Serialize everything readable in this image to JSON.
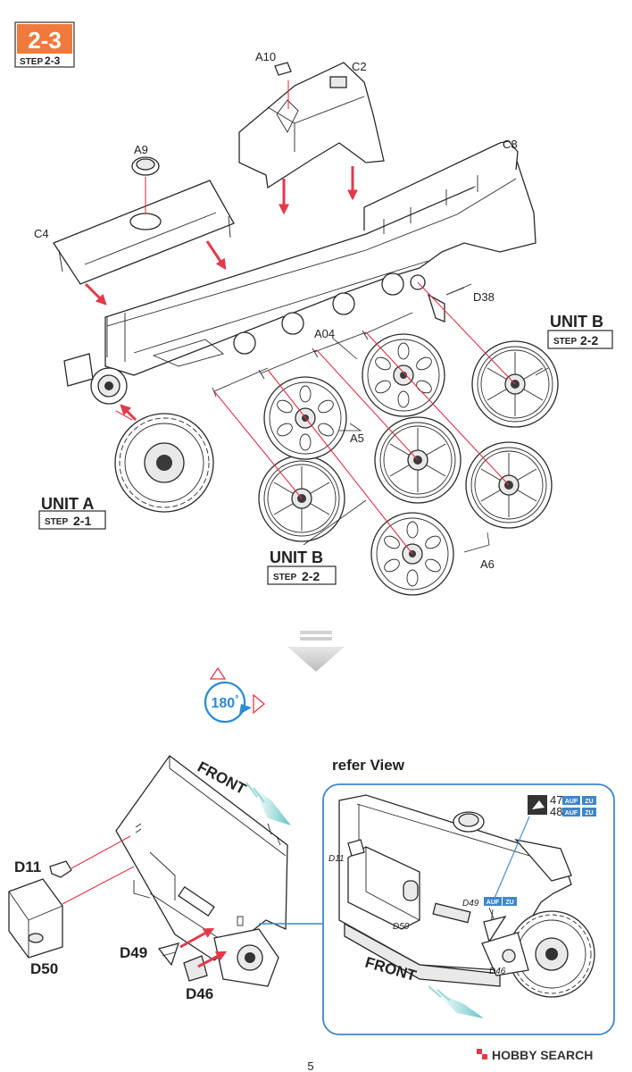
{
  "step": {
    "number": "2-3",
    "sub_label": "STEP",
    "sub_number": "2-3",
    "badge_color": "#f07a3b"
  },
  "upper_assembly": {
    "labels": {
      "a10": "A10",
      "c2": "C2",
      "c8": "C8",
      "a9": "A9",
      "c4": "C4",
      "d38": "D38",
      "a04": "A04",
      "a5": "A5",
      "a6": "A6"
    },
    "units": [
      {
        "title": "UNIT B",
        "step_word": "STEP",
        "step_number": "2-2"
      },
      {
        "title": "UNIT A",
        "step_word": "STEP",
        "step_number": "2-1"
      },
      {
        "title": "UNIT B",
        "step_word": "STEP",
        "step_number": "2-2"
      }
    ]
  },
  "rotate": {
    "value": "180",
    "unit": "°",
    "color": "#2b8ad6",
    "accent": "#e23a4c"
  },
  "lower_assembly": {
    "front_label": "FRONT",
    "parts": {
      "d11": "D11",
      "d50": "D50",
      "d49": "D49",
      "d46": "D46"
    },
    "refer_view": {
      "title": "refer View",
      "front_label": "FRONT",
      "d11": "D11",
      "d50": "D50",
      "d49": "D49",
      "d46": "D46",
      "legend": [
        {
          "number": "47",
          "tags": [
            "AUF",
            "ZU"
          ]
        },
        {
          "number": "48",
          "tags": [
            "AUF",
            "ZU"
          ]
        }
      ],
      "callout_tags": [
        "AUF",
        "ZU"
      ],
      "frame_color": "#3f86c9"
    }
  },
  "footer": {
    "page_number": "5",
    "brand_a": "HOBBY",
    "brand_b": " SEARCH"
  }
}
